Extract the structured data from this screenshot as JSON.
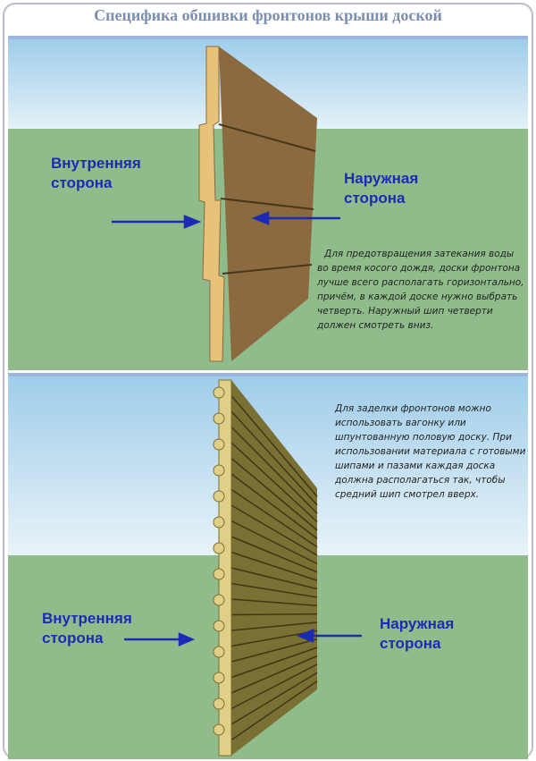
{
  "title": "Специфика обшивки фронтонов крыши доской",
  "panel1": {
    "inner_label_1": "Внутренняя",
    "inner_label_2": "сторона",
    "outer_label_1": "Наружная",
    "outer_label_2": "сторона",
    "note": "Для предотвращения затекания воды во время косого дождя, доски фронтона лучше всего располагать горизонтально, причём, в каждой доске нужно выбрать четверть. Наружный шип четверти должен смотреть вниз."
  },
  "panel2": {
    "inner_label_1": "Внутренняя",
    "inner_label_2": "сторона",
    "outer_label_1": "Наружная",
    "outer_label_2": "сторона",
    "note": "Для заделки фронтонов можно использовать вагонку или шпунтованную половую доску. При использовании материала с готовыми шипами и пазами каждая доска должна располагаться так, чтобы средний шип смотрел вверх."
  },
  "colors": {
    "arrow": "#1b2bb5",
    "sky": "#bfe0f2",
    "ground": "#8fbc8a"
  }
}
